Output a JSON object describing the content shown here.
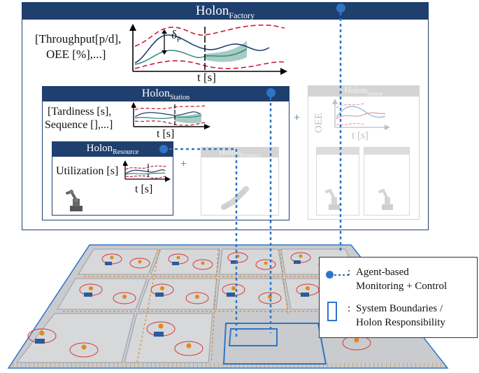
{
  "factory": {
    "title_main": "Holon",
    "title_sub": "Factory",
    "kpi_line1": "[Throughput[p/d],",
    "kpi_line2": "OEE [%],...]",
    "delta_main": "δ",
    "delta_sub": "P",
    "axis_label": "t [s]"
  },
  "station": {
    "title_main": "Holon",
    "title_sub": "Station",
    "kpi_line1": "[Tardiness [s],",
    "kpi_line2": "Sequence [],...]",
    "axis_label": "t [s]"
  },
  "station_ghost": {
    "title_main": "Holon",
    "title_sub": "Station",
    "kpi_label": "OEE",
    "axis_label": "t [s]"
  },
  "resource": {
    "title_main": "Holon",
    "title_sub": "Resource",
    "kpi_label": "Utilization [s]",
    "axis_label": "t [s]"
  },
  "resource_ghost": {
    "title_main": "Holon",
    "title_sub": "Resource"
  },
  "plus_symbol": "+",
  "legend": {
    "agent_line1": "Agent-based",
    "agent_line2": "Monitoring + Control",
    "boundary_line1": "System Boundaries /",
    "boundary_line2": "Holon Responsibility",
    "colon": ":"
  },
  "colors": {
    "navy": "#1f3f6e",
    "accent_blue": "#2e75c8",
    "red": "#c8102e",
    "teal": "#3a8f7a",
    "ghost": "#c8c8c8"
  }
}
